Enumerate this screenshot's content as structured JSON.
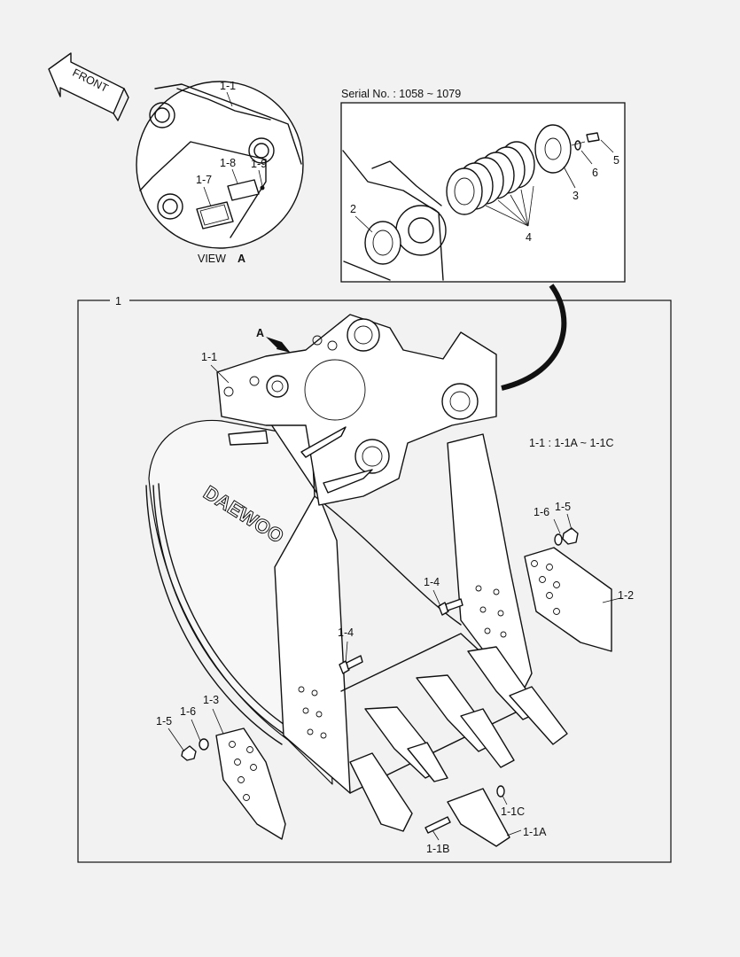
{
  "header": {
    "front_label": "FRONT",
    "serial_label": "Serial No. : 1058 ~ 1079",
    "view_label": "VIEW",
    "view_letter": "A"
  },
  "main": {
    "group_number": "1",
    "arrow_letter": "A",
    "note": "1-1 : 1-1A ~ 1-1C",
    "logo_text": "DAEWOO"
  },
  "callouts": {
    "c1_1_view": "1-1",
    "c1_7": "1-7",
    "c1_8": "1-8",
    "c1_9": "1-9",
    "c2": "2",
    "c3": "3",
    "c4": "4",
    "c5": "5",
    "c6": "6",
    "c1_1_main": "1-1",
    "c1_6_r": "1-6",
    "c1_5_r": "1-5",
    "c1_2": "1-2",
    "c1_4_a": "1-4",
    "c1_4_b": "1-4",
    "c1_3": "1-3",
    "c1_6_l": "1-6",
    "c1_5_l": "1-5",
    "c1_1C": "1-1C",
    "c1_1A": "1-1A",
    "c1_1B": "1-1B"
  }
}
